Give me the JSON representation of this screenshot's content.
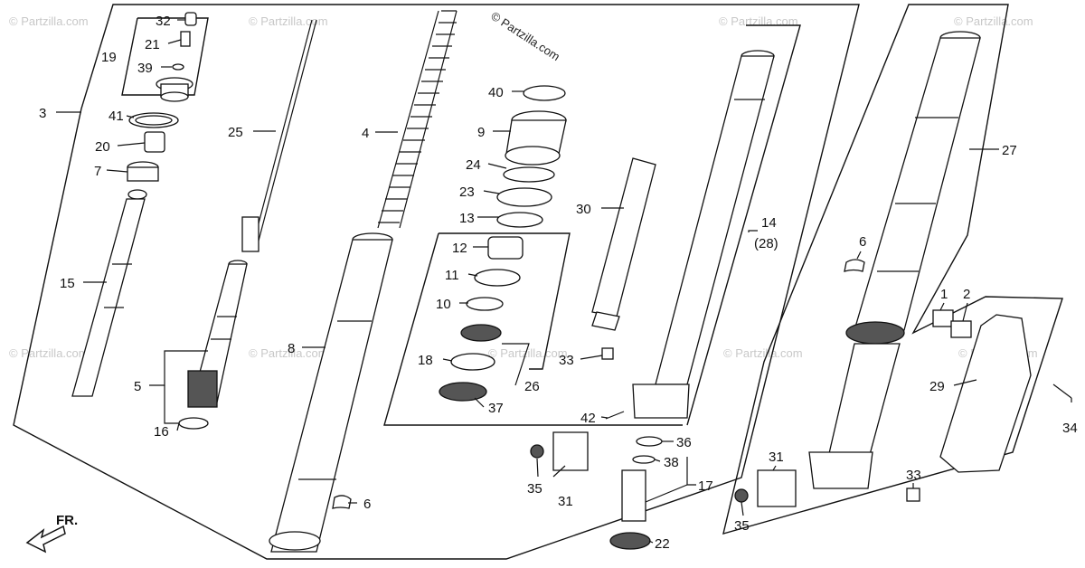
{
  "watermark": {
    "main": "© Partzilla.com",
    "faint": "© Partzilla.com"
  },
  "front_indicator": "FR.",
  "callouts": {
    "c1": "1",
    "c2": "2",
    "c3": "3",
    "c4": "4",
    "c5": "5",
    "c6a": "6",
    "c6b": "6",
    "c7": "7",
    "c8": "8",
    "c9": "9",
    "c10": "10",
    "c11": "11",
    "c12": "12",
    "c13": "13",
    "c14": "14",
    "c14b": "(28)",
    "c15": "15",
    "c16": "16",
    "c17": "17",
    "c18": "18",
    "c19": "19",
    "c20": "20",
    "c21": "21",
    "c22": "22",
    "c23": "23",
    "c24": "24",
    "c25": "25",
    "c26": "26",
    "c27": "27",
    "c29": "29",
    "c30": "30",
    "c31a": "31",
    "c31b": "31",
    "c32": "32",
    "c33a": "33",
    "c33b": "33",
    "c34": "34",
    "c35a": "35",
    "c35b": "35",
    "c36": "36",
    "c37": "37",
    "c38": "38",
    "c39": "39",
    "c40": "40",
    "c41": "41",
    "c42": "42"
  }
}
